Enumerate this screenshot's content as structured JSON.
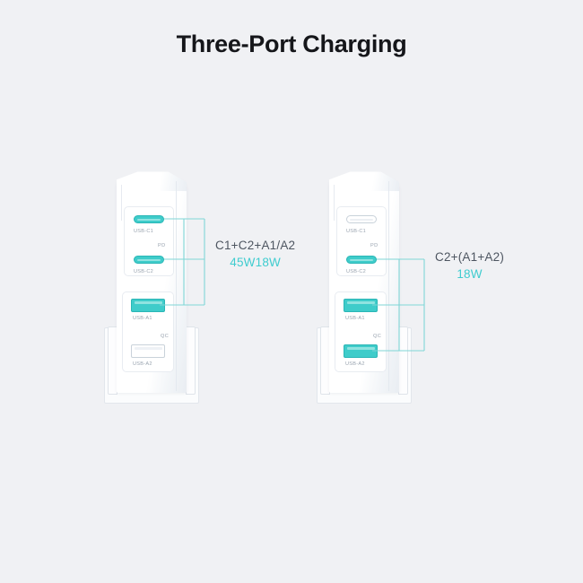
{
  "page": {
    "title": "Three-Port Charging",
    "background_color": "#f0f1f4"
  },
  "colors": {
    "accent_teal": "#3fcccf",
    "port_active": "#3fccca",
    "port_inactive": "#ffffff",
    "wire": "#7fd6d6",
    "label_gray": "#9aa4b0",
    "combo_text": "#4d5560",
    "title_text": "#15161a"
  },
  "devices": [
    {
      "id": "left-charger",
      "name": "charger-left",
      "ports": [
        {
          "id": "c1",
          "label": "USB-C1",
          "type": "usb-c",
          "active": true
        },
        {
          "id": "c2",
          "label": "USB-C2",
          "type": "usb-c",
          "active": true
        },
        {
          "id": "a1",
          "label": "USB-A1",
          "type": "usb-a",
          "active": true
        },
        {
          "id": "a2",
          "label": "USB-A2",
          "type": "usb-a",
          "active": false
        }
      ],
      "tech_labels": {
        "pd": "PD",
        "qc": "QC"
      },
      "callout": {
        "combo": "C1+C2+A1/A2",
        "watts": "45W18W"
      }
    },
    {
      "id": "right-charger",
      "name": "charger-right",
      "ports": [
        {
          "id": "c1",
          "label": "USB-C1",
          "type": "usb-c",
          "active": false
        },
        {
          "id": "c2",
          "label": "USB-C2",
          "type": "usb-c",
          "active": true
        },
        {
          "id": "a1",
          "label": "USB-A1",
          "type": "usb-a",
          "active": true
        },
        {
          "id": "a2",
          "label": "USB-A2",
          "type": "usb-a",
          "active": true
        }
      ],
      "tech_labels": {
        "pd": "PD",
        "qc": "QC"
      },
      "callout": {
        "combo": "C2+(A1+A2)",
        "watts": "18W"
      }
    }
  ]
}
